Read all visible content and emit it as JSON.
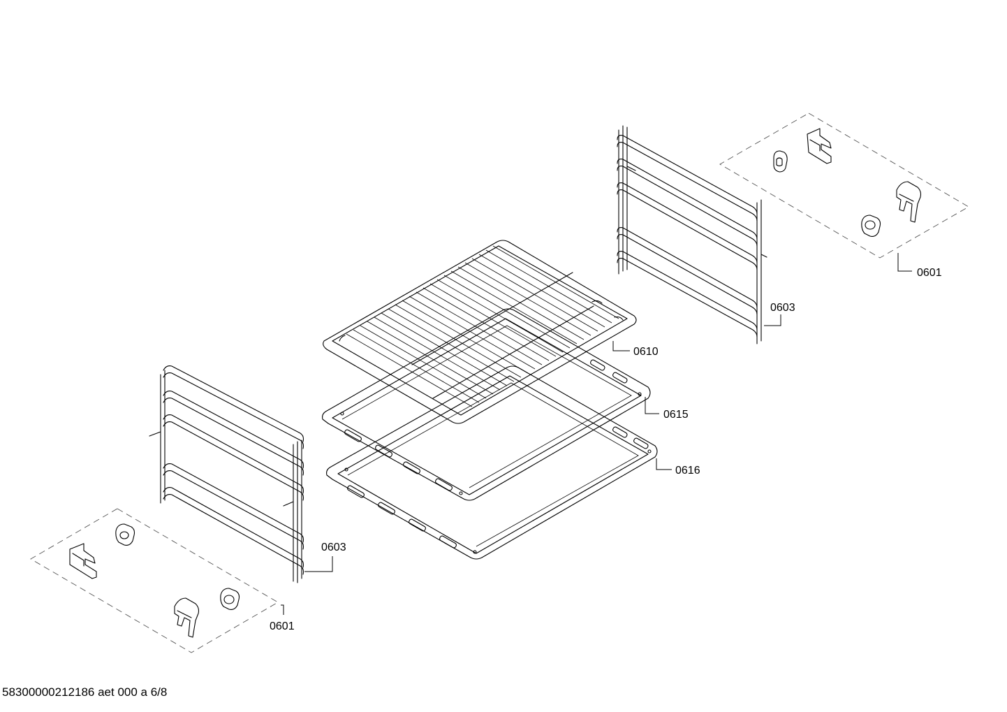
{
  "callouts": {
    "fixings_right": "0601",
    "rail_right": "0603",
    "grid_shelf": "0610",
    "tray_upper": "0615",
    "tray_lower": "0616",
    "rail_left": "0603",
    "fixings_left": "0601"
  },
  "footer": {
    "document_code": "58300000212186 aet 000 a 6/8"
  }
}
